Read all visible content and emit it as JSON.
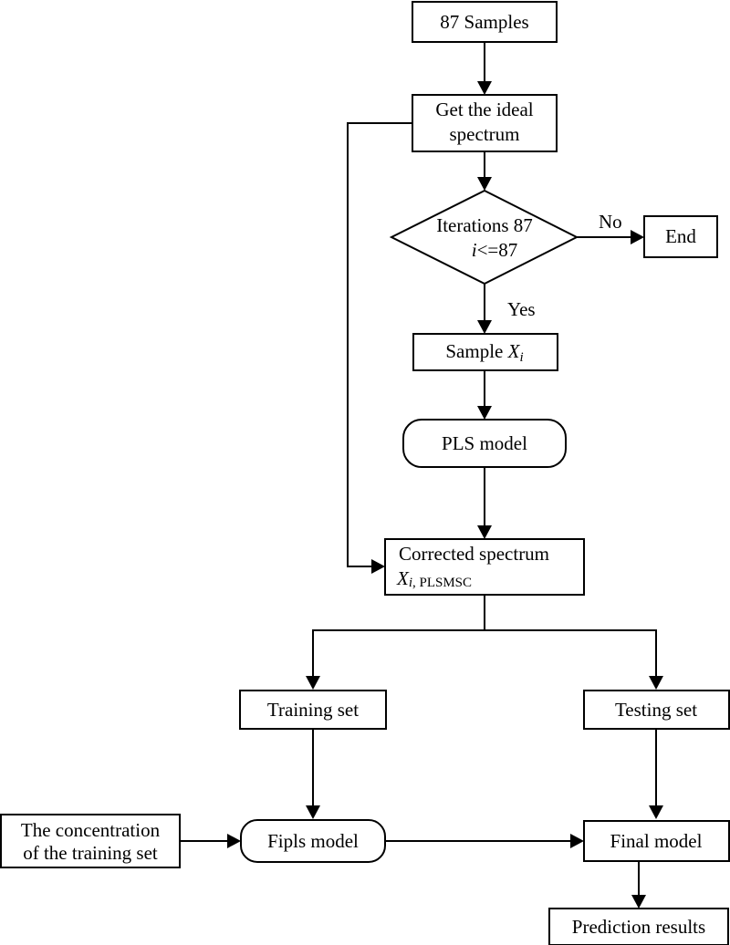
{
  "diagram": {
    "type": "flowchart",
    "nodes": {
      "samples": {
        "label": "87 Samples"
      },
      "ideal": {
        "line1": "Get the ideal",
        "line2": "spectrum"
      },
      "decision": {
        "line1": "Iterations 87",
        "line2_var": "i",
        "line2_rest": "<=87"
      },
      "end": {
        "label": "End"
      },
      "sample_xi": {
        "label": "Sample ",
        "var": "X",
        "sub": "i"
      },
      "pls": {
        "label": "PLS model"
      },
      "corrected": {
        "line1": "Corrected spectrum",
        "var": "X",
        "sub_var": "i",
        "sub_rest": ", PLSMSC"
      },
      "training": {
        "label": "Training set"
      },
      "testing": {
        "label": "Testing set"
      },
      "concentration": {
        "line1": "The concentration",
        "line2": "of the training set"
      },
      "fipls": {
        "label": "Fipls model"
      },
      "final": {
        "label": "Final model"
      },
      "prediction": {
        "label": "Prediction results"
      }
    },
    "edge_labels": {
      "no": "No",
      "yes": "Yes"
    },
    "edges": [
      [
        "samples",
        "ideal"
      ],
      [
        "ideal",
        "decision"
      ],
      [
        "decision",
        "end",
        "No"
      ],
      [
        "decision",
        "sample_xi",
        "Yes"
      ],
      [
        "sample_xi",
        "pls"
      ],
      [
        "pls",
        "corrected"
      ],
      [
        "ideal",
        "corrected"
      ],
      [
        "corrected",
        "training"
      ],
      [
        "corrected",
        "testing"
      ],
      [
        "training",
        "fipls"
      ],
      [
        "concentration",
        "fipls"
      ],
      [
        "fipls",
        "final"
      ],
      [
        "testing",
        "final"
      ],
      [
        "final",
        "prediction"
      ]
    ]
  }
}
